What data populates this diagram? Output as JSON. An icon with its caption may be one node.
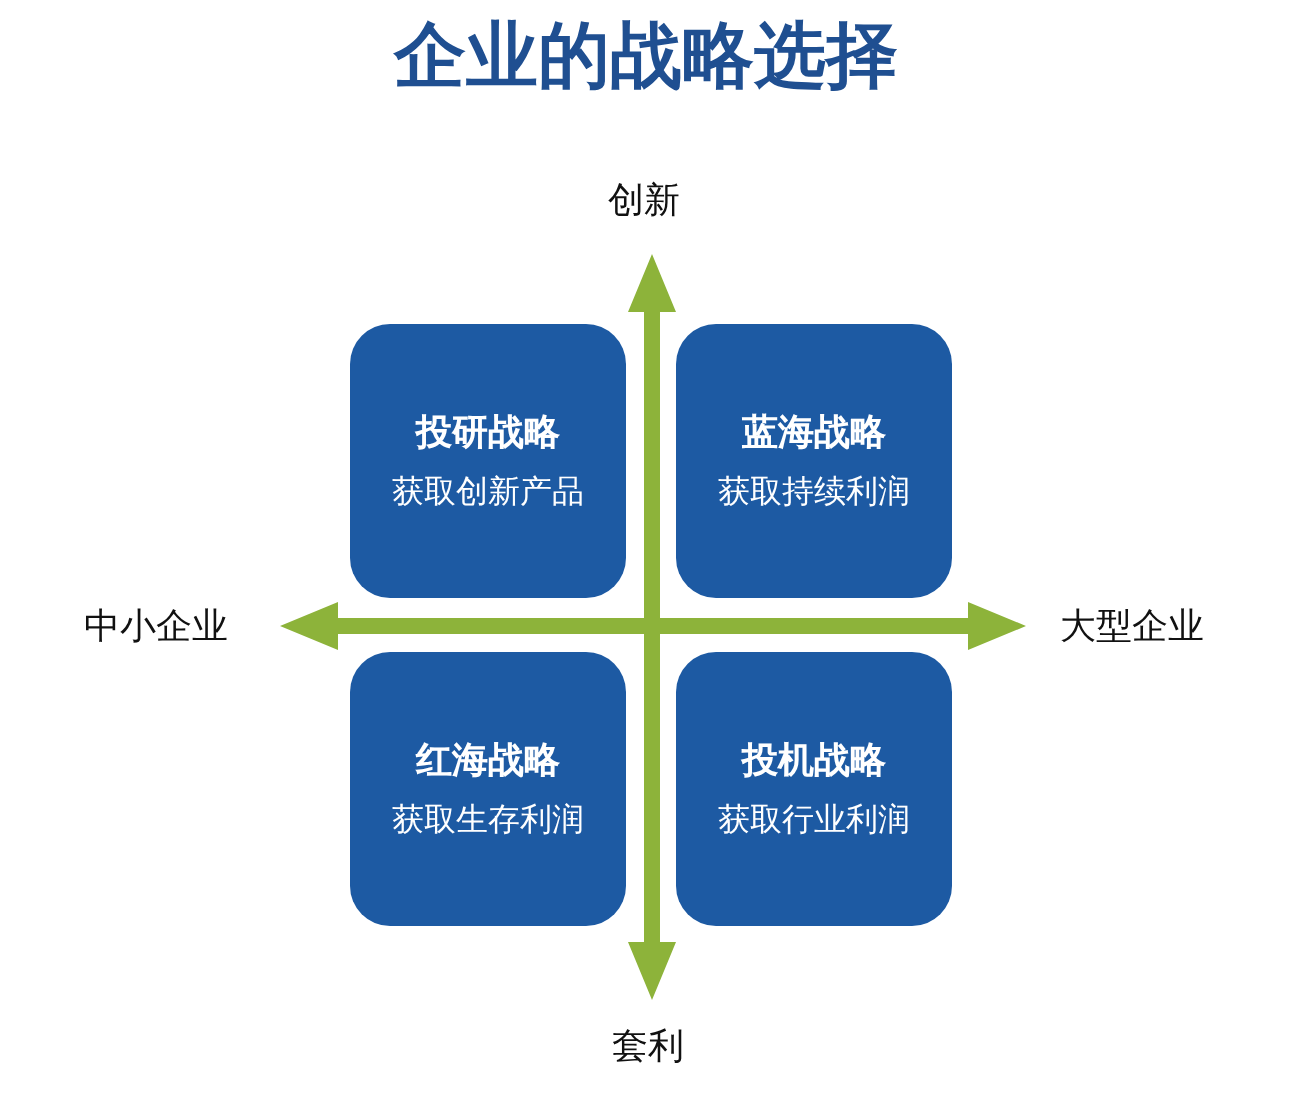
{
  "diagram": {
    "title": "企业的战略选择",
    "nodes": [
      {
        "text": [
          "投研战略",
          "获取创新产品"
        ]
      },
      {
        "text": [
          "蓝海战略",
          "获取持续利润"
        ]
      },
      {
        "text": [
          "红海战略",
          "获取生存利润"
        ]
      },
      {
        "text": [
          "投机战略",
          "获取行业利润"
        ]
      }
    ],
    "edges": [],
    "labels": [
      "创新",
      "中小企业",
      "大型企业",
      "套利"
    ]
  }
}
